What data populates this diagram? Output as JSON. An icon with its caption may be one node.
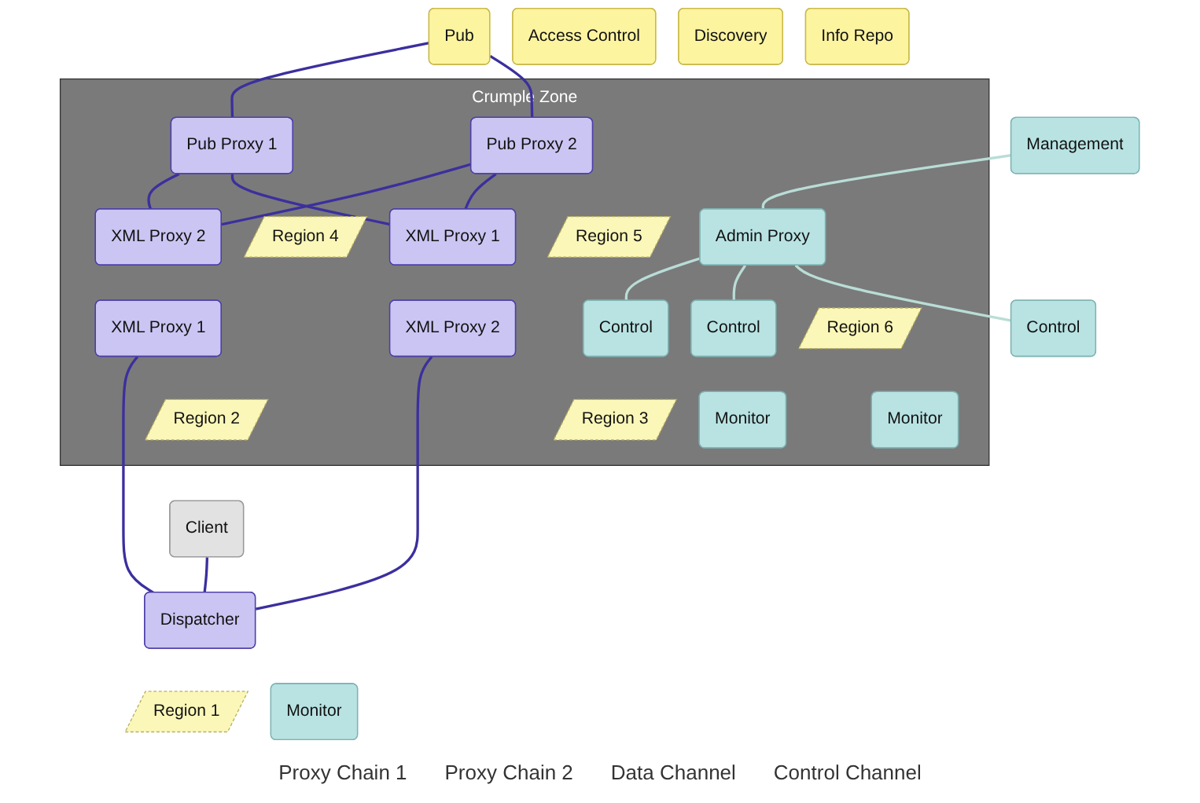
{
  "diagram": {
    "nodes": [
      {
        "text": [
          "Pub"
        ]
      },
      {
        "text": [
          "Access Control"
        ]
      },
      {
        "text": [
          "Discovery"
        ]
      },
      {
        "text": [
          "Info Repo"
        ]
      },
      {
        "text": [
          "Management"
        ]
      },
      {
        "text": [
          "Crumple Zone"
        ]
      },
      {
        "text": [
          "Pub Proxy 1"
        ],
        "in": 5
      },
      {
        "text": [
          "Region 4"
        ],
        "in": 5
      },
      {
        "text": [
          "Pub Proxy 2"
        ],
        "in": 5
      },
      {
        "text": [
          "Region 5"
        ],
        "in": 5
      },
      {
        "text": [
          "Admin Proxy"
        ],
        "in": 5
      },
      {
        "text": [
          "Region 6"
        ],
        "in": 5
      },
      {
        "text": [
          "XML Proxy 2"
        ],
        "in": 5
      },
      {
        "text": [
          "XML Proxy 1"
        ],
        "in": 5
      },
      {
        "text": [
          "Monitor"
        ],
        "in": 5
      },
      {
        "text": [
          "Control"
        ],
        "in": 5
      },
      {
        "text": [
          "Region 2"
        ],
        "in": 5
      },
      {
        "text": [
          "XML Proxy 1"
        ],
        "in": 5
      },
      {
        "text": [
          "XML Proxy 2"
        ],
        "in": 5
      },
      {
        "text": [
          "Monitor"
        ],
        "in": 5
      },
      {
        "text": [
          "Control"
        ],
        "in": 5
      },
      {
        "text": [
          "Region 3"
        ],
        "in": 5
      },
      {
        "text": [
          "Client"
        ]
      },
      {
        "text": [
          "Dispatcher"
        ]
      },
      {
        "text": [
          "Monitor"
        ]
      },
      {
        "text": [
          "Control"
        ]
      },
      {
        "text": [
          "Region 1"
        ]
      }
    ],
    "edges": [
      {
        "from": 0,
        "to": 6,
        "arrow": "none"
      },
      {
        "from": 0,
        "to": 8,
        "arrow": "none"
      },
      {
        "from": 6,
        "to": 12,
        "arrow": "none"
      },
      {
        "from": 6,
        "to": 17,
        "arrow": "none"
      },
      {
        "from": 8,
        "to": 12,
        "arrow": "none"
      },
      {
        "from": 8,
        "to": 17,
        "arrow": "none"
      },
      {
        "from": 13,
        "to": 23,
        "arrow": "none"
      },
      {
        "from": 18,
        "to": 23,
        "arrow": "none"
      },
      {
        "from": 22,
        "to": 23,
        "arrow": "none"
      },
      {
        "from": 4,
        "to": 10,
        "arrow": "none",
        "color": "#b9ddd6"
      },
      {
        "from": 10,
        "to": 15,
        "arrow": "none",
        "color": "#b9ddd6"
      },
      {
        "from": 10,
        "to": 20,
        "arrow": "none",
        "color": "#b9ddd6"
      },
      {
        "from": 10,
        "to": 25,
        "arrow": "none",
        "color": "#b9ddd6"
      }
    ],
    "labels": [
      "Proxy Chain 1",
      "Proxy Chain 2",
      "Data Channel",
      "Control Channel"
    ]
  }
}
